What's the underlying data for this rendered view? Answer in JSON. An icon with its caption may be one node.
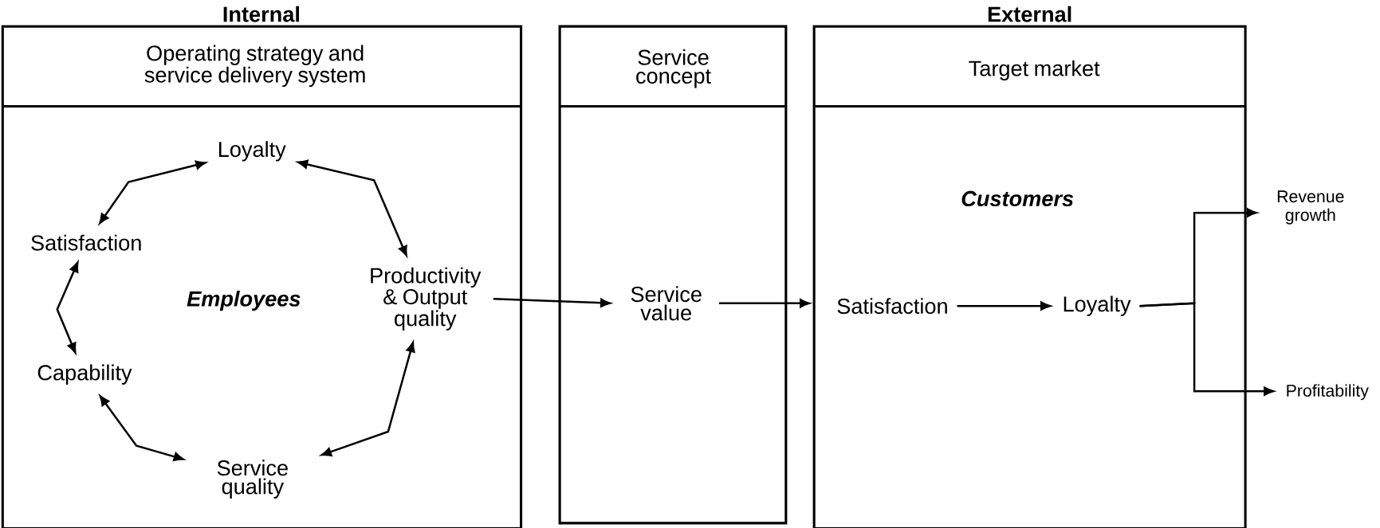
{
  "diagram": {
    "nodes": [
      {
        "text": [
          "Internal",
          "Operating strategy and service delivery system",
          "Employees"
        ]
      },
      {
        "text": [
          "Loyalty"
        ],
        "in": 0
      },
      {
        "text": [
          "Satisfaction"
        ],
        "in": 0
      },
      {
        "text": [
          "Productivity & Output quality"
        ],
        "in": 0
      },
      {
        "text": [
          "Capability"
        ],
        "in": 0
      },
      {
        "text": [
          "Service quality"
        ],
        "in": 0
      },
      {
        "text": [
          "Service concept"
        ]
      },
      {
        "text": [
          "Service value"
        ],
        "in": 6
      },
      {
        "text": [
          "External",
          "Target market",
          "Customers"
        ]
      },
      {
        "text": [
          "Satisfaction"
        ],
        "in": 8
      },
      {
        "text": [
          "Loyalty"
        ],
        "in": 8
      },
      {
        "text": [
          "Revenue growth"
        ]
      },
      {
        "text": [
          "Profitability"
        ]
      }
    ],
    "edges": [
      {
        "from": 1,
        "to": 2,
        "arrow": "both"
      },
      {
        "from": 1,
        "to": 3,
        "arrow": "both"
      },
      {
        "from": 2,
        "to": 4,
        "arrow": "both"
      },
      {
        "from": 4,
        "to": 5,
        "arrow": "both"
      },
      {
        "from": 5,
        "to": 3,
        "arrow": "both"
      },
      {
        "from": 3,
        "to": 7,
        "arrow": "to"
      },
      {
        "from": 7,
        "to": 8,
        "arrow": "to"
      },
      {
        "from": 9,
        "to": 10,
        "arrow": "to"
      },
      {
        "from": 10,
        "to": 11,
        "arrow": "to"
      },
      {
        "from": 10,
        "to": 12,
        "arrow": "to"
      }
    ]
  }
}
